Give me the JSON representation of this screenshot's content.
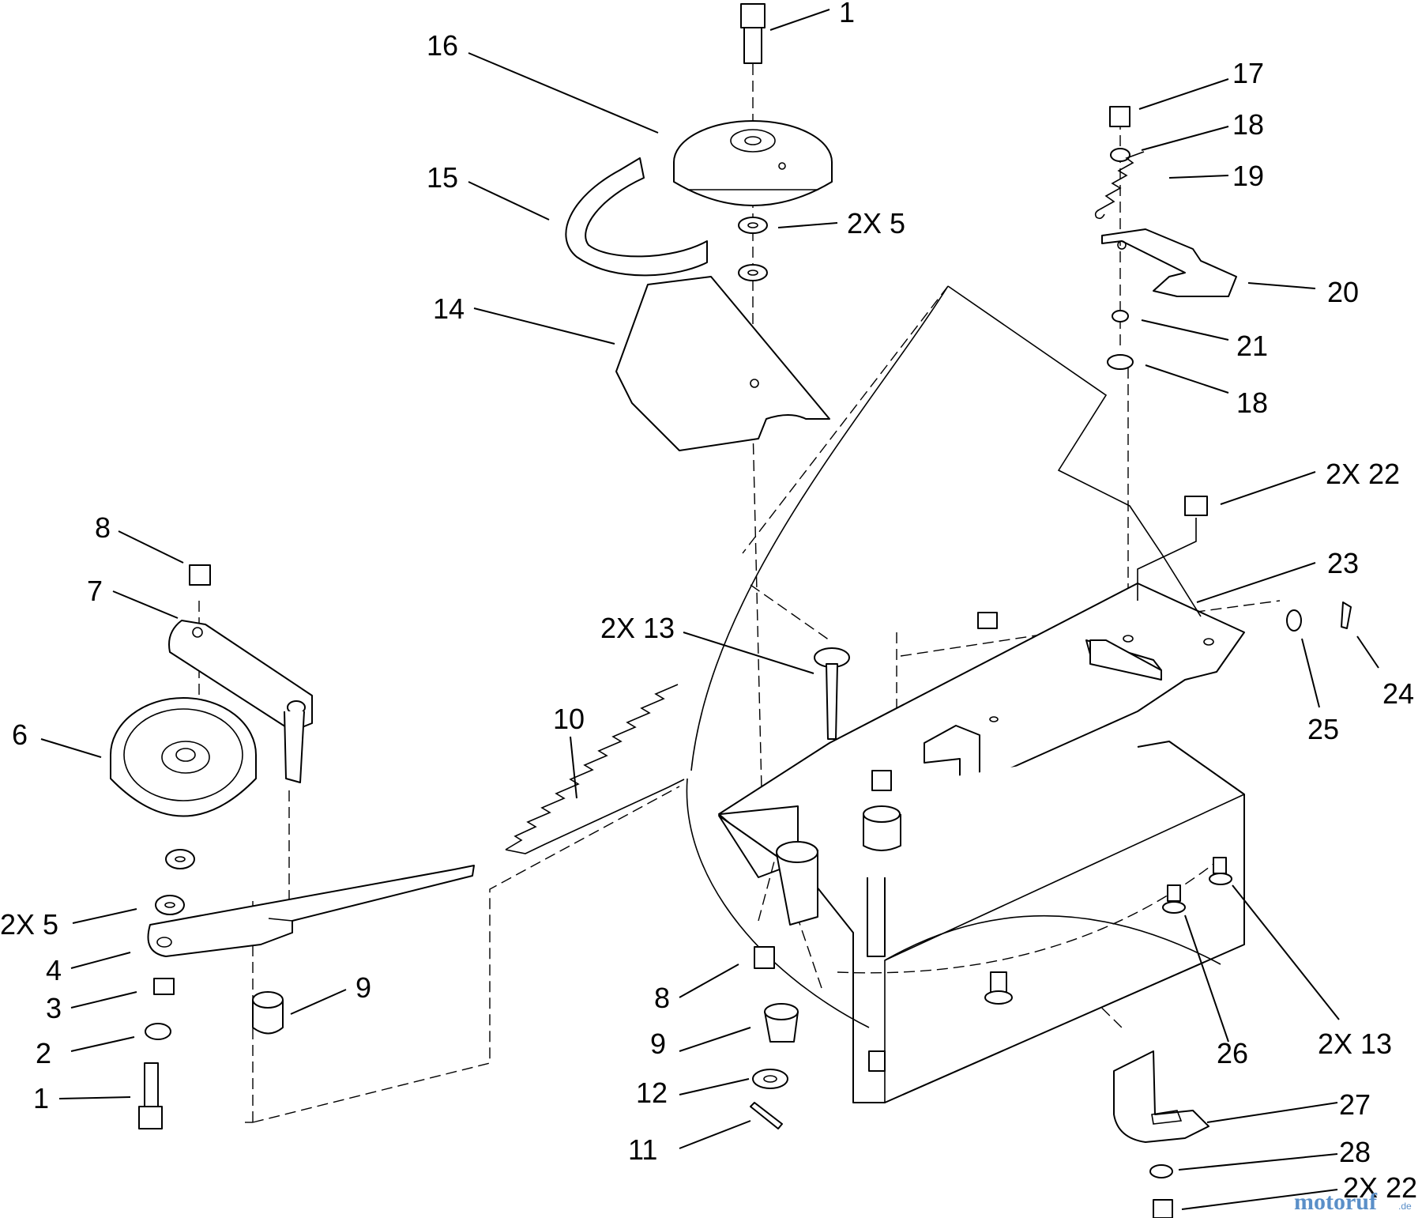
{
  "callouts": [
    {
      "id": "c1",
      "label": "1"
    },
    {
      "id": "c2",
      "label": "16"
    },
    {
      "id": "c3",
      "label": "17"
    },
    {
      "id": "c4",
      "label": "18"
    },
    {
      "id": "c5",
      "label": "19"
    },
    {
      "id": "c6",
      "label": "15"
    },
    {
      "id": "c7",
      "label": "2X 5"
    },
    {
      "id": "c8",
      "label": "20"
    },
    {
      "id": "c9",
      "label": "14"
    },
    {
      "id": "c10",
      "label": "21"
    },
    {
      "id": "c11",
      "label": "18"
    },
    {
      "id": "c12",
      "label": "2X 22"
    },
    {
      "id": "c13",
      "label": "8"
    },
    {
      "id": "c14",
      "label": "23"
    },
    {
      "id": "c15",
      "label": "7"
    },
    {
      "id": "c16",
      "label": "2X 13"
    },
    {
      "id": "c17",
      "label": "24"
    },
    {
      "id": "c18",
      "label": "6"
    },
    {
      "id": "c19",
      "label": "10"
    },
    {
      "id": "c20",
      "label": "25"
    },
    {
      "id": "c21",
      "label": "2X 5"
    },
    {
      "id": "c22",
      "label": "4"
    },
    {
      "id": "c23",
      "label": "3"
    },
    {
      "id": "c24",
      "label": "9"
    },
    {
      "id": "c25",
      "label": "8"
    },
    {
      "id": "c26",
      "label": "2"
    },
    {
      "id": "c27",
      "label": "9"
    },
    {
      "id": "c28",
      "label": "26"
    },
    {
      "id": "c29",
      "label": "2X 13"
    },
    {
      "id": "c30",
      "label": "12"
    },
    {
      "id": "c31",
      "label": "1"
    },
    {
      "id": "c32",
      "label": "27"
    },
    {
      "id": "c33",
      "label": "11"
    },
    {
      "id": "c34",
      "label": "28"
    },
    {
      "id": "c35",
      "label": "2X 22"
    }
  ],
  "watermark": {
    "main": "motoruf",
    "sub": ".de"
  }
}
